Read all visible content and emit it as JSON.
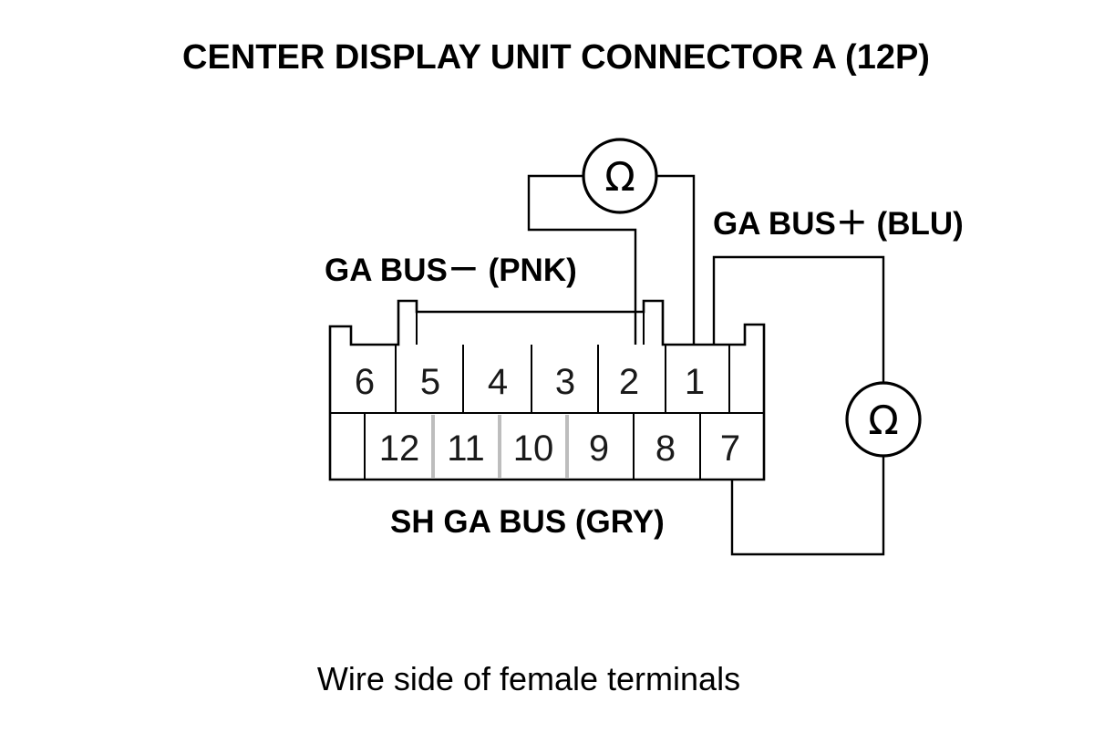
{
  "title": "CENTER DISPLAY UNIT CONNECTOR A (12P)",
  "labels": {
    "ga_bus_plus": "GA BUS＋ (BLU)",
    "ga_bus_minus": "GA BUS－ (PNK)",
    "sh_ga_bus": "SH GA BUS (GRY)"
  },
  "caption": "Wire side of female terminals",
  "meter_symbol": "Ω",
  "pins": {
    "p1": "1",
    "p2": "2",
    "p3": "3",
    "p4": "4",
    "p5": "5",
    "p6": "6",
    "p7": "7",
    "p8": "8",
    "p9": "9",
    "p10": "10",
    "p11": "11",
    "p12": "12"
  }
}
